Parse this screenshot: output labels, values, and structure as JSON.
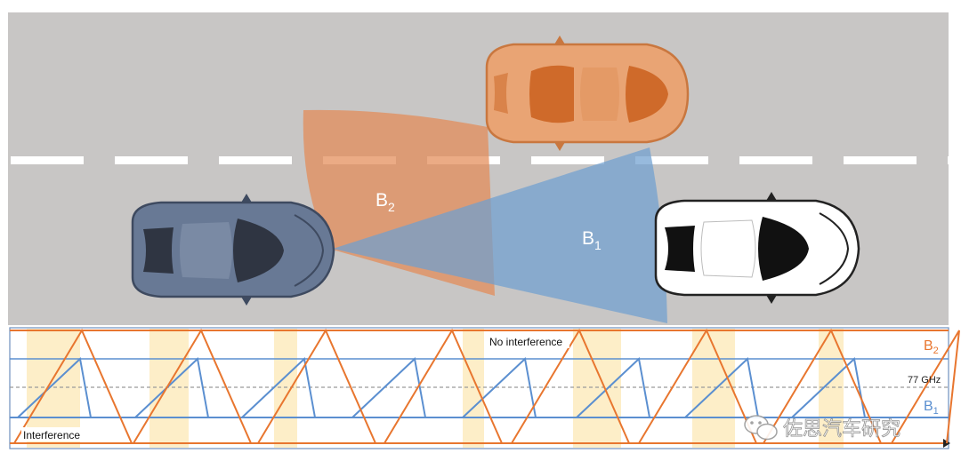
{
  "scene": {
    "beam_b2_label": {
      "main": "B",
      "sub": "2"
    },
    "beam_b1_label": {
      "main": "B",
      "sub": "1"
    },
    "colors": {
      "road": "#c8c6c5",
      "lane_marking": "#ffffff",
      "beam_b2": "#e38b56",
      "beam_b1": "#6f9fd0",
      "ego_car": "#687995",
      "car_ahead": "#ffffff",
      "car_other_lane": "#e9a474"
    }
  },
  "timing": {
    "label_b2": {
      "main": "B",
      "sub": "2"
    },
    "label_b1": {
      "main": "B",
      "sub": "1"
    },
    "label_freq": "77 GHz",
    "label_no_interference": "No interference",
    "label_interference": "Interference",
    "watermark": "佐思汽车研究",
    "colors": {
      "chirp_b2": "#e8762f",
      "chirp_b1": "#5b8fd0",
      "interference_zone": "#fdeec8",
      "reference_line": "#9a9a9a"
    }
  }
}
